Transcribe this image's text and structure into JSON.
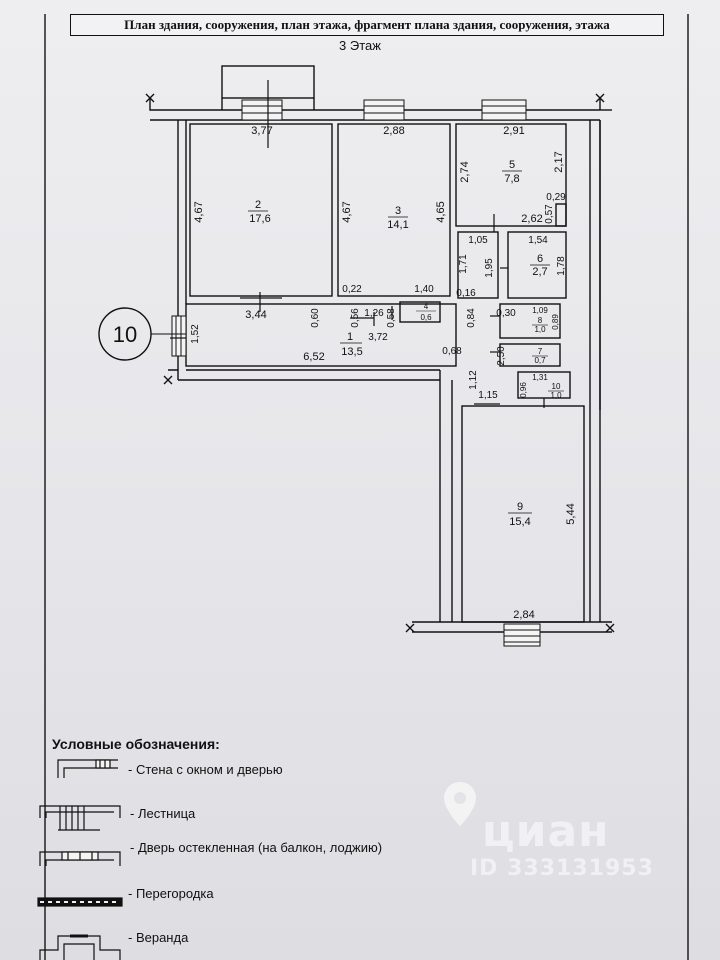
{
  "header": {
    "title": "План здания, сооружения, план этажа, фрагмент плана здания, сооружения, этажа",
    "floor": "3 Этаж"
  },
  "marker": {
    "number": "10"
  },
  "rooms": [
    {
      "num": "1",
      "area": "13,5"
    },
    {
      "num": "2",
      "area": "17,6"
    },
    {
      "num": "3",
      "area": "14,1"
    },
    {
      "num": "4",
      "area": "0,6"
    },
    {
      "num": "5",
      "area": "7,8"
    },
    {
      "num": "6",
      "area": "2,7"
    },
    {
      "num": "7",
      "area": "0,7"
    },
    {
      "num": "8",
      "area": "1,0"
    },
    {
      "num": "9",
      "area": "15,4"
    },
    {
      "num": "10",
      "area": "1,0"
    }
  ],
  "dimensions": {
    "d_3_77": "3,77",
    "d_2_88": "2,88",
    "d_2_91": "2,91",
    "d_4_67_a": "4,67",
    "d_4_67_b": "4,67",
    "d_4_65": "4,65",
    "d_2_74": "2,74",
    "d_2_17": "2,17",
    "d_0_29": "0,29",
    "d_0_57": "0,57",
    "d_2_62": "2,62",
    "d_1_05": "1,05",
    "d_1_54": "1,54",
    "d_1_71": "1,71",
    "d_1_95": "1,95",
    "d_1_78": "1,78",
    "d_0_22": "0,22",
    "d_1_40": "1,40",
    "d_0_16": "0,16",
    "d_3_44": "3,44",
    "d_0_60": "0,60",
    "d_0_56": "0,56",
    "d_1_26": "1,26",
    "d_0_58": "0,58",
    "d_0_84": "0,84",
    "d_0_30": "0,30",
    "d_1_09": "1,09",
    "d_0_89": "0,89",
    "d_1_52": "1,52",
    "d_3_72": "3,72",
    "d_6_52": "6,52",
    "d_0_68": "0,68",
    "d_2_50": "2,50",
    "d_1_12": "1,12",
    "d_1_31": "1,31",
    "d_0_96": "0,96",
    "d_1_15": "1,15",
    "d_5_44": "5,44",
    "d_2_84": "2,84"
  },
  "legend": {
    "heading": "Условные обозначения:",
    "items": [
      {
        "label": "- Стена с окном и дверью",
        "icon": "wall-window-door-icon"
      },
      {
        "label": "- Лестница",
        "icon": "stairs-icon"
      },
      {
        "label": "- Дверь остекленная (на балкон, лоджию)",
        "icon": "glazed-door-icon"
      },
      {
        "label": "- Перегородка",
        "icon": "partition-icon"
      },
      {
        "label": "- Веранда",
        "icon": "veranda-icon"
      }
    ]
  },
  "watermark": {
    "brand": "циан",
    "id": "ID 333131953"
  }
}
